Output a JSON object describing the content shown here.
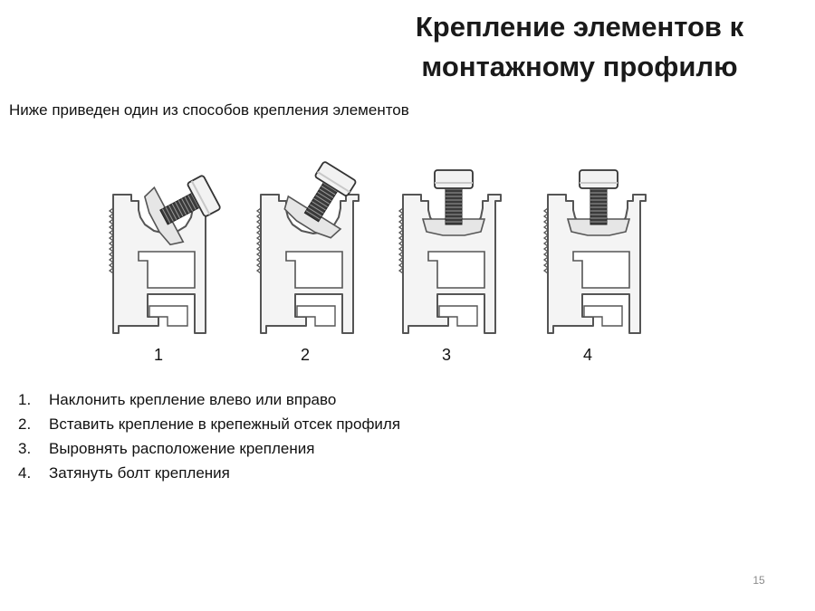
{
  "title": {
    "line1": "Крепление элементов к",
    "line2": "монтажному профилю"
  },
  "subtitle": "Ниже приведен один из способов крепления элементов",
  "figures": [
    {
      "label": "1",
      "bolt_angle_deg": -28
    },
    {
      "label": "2",
      "bolt_angle_deg": -58
    },
    {
      "label": "3",
      "bolt_angle_deg": -90
    },
    {
      "label": "4",
      "bolt_angle_deg": -90
    }
  ],
  "steps": [
    {
      "n": "1.",
      "text": "Наклонить крепление влево или вправо"
    },
    {
      "n": "2.",
      "text": "Вставить крепление в крепежный отсек профиля"
    },
    {
      "n": "3.",
      "text": "Выровнять расположение крепления"
    },
    {
      "n": "4.",
      "text": "Затянуть болт крепления"
    }
  ],
  "page_number": "15",
  "colors": {
    "profile_stroke": "#555555",
    "profile_fill": "#f4f4f4",
    "bolt": "#3a3a3a"
  }
}
